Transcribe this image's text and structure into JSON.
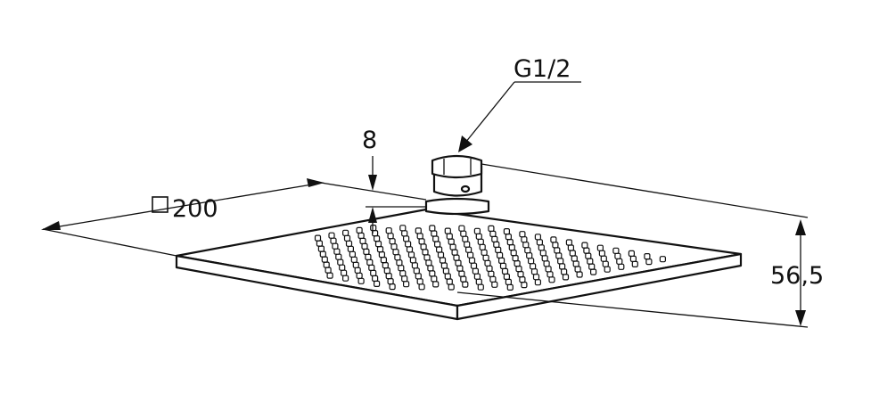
{
  "diagram": {
    "labels": {
      "connection_thread": "G1/2",
      "plate_thickness": "8",
      "plate_size": "200",
      "total_height": "56,5"
    },
    "icons": {
      "square_symbol": "square-outline-icon"
    },
    "colors": {
      "line": "#111111",
      "background": "#ffffff"
    }
  }
}
